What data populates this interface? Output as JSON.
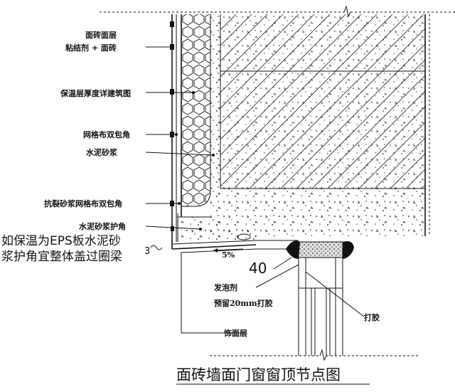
{
  "labels": {
    "tile_surface": "面砖面层",
    "adhesive_tile": "粘结剂 + 面砖",
    "insulation_thickness": "保温层厚度详建筑图",
    "mesh_double_wrap": "网格布双包角",
    "cement_mortar": "水泥砂浆",
    "anticrack_mortar_mesh": "抗裂砂浆网格布双包角",
    "cement_mortar_corner": "水泥砂浆护角",
    "foaming_agent": "发泡剂",
    "reserve_glue": "预留20mm打胶",
    "sealant": "打胶",
    "finish_layer": "饰面层",
    "slope": "5%",
    "dim_40": "40",
    "mark_3": "3"
  },
  "note": {
    "line1": "如保温为EPS板水泥砂",
    "line2": "浆护角宜整体盖过圈梁"
  },
  "title": "面砖墙面门窗窗顶节点图"
}
